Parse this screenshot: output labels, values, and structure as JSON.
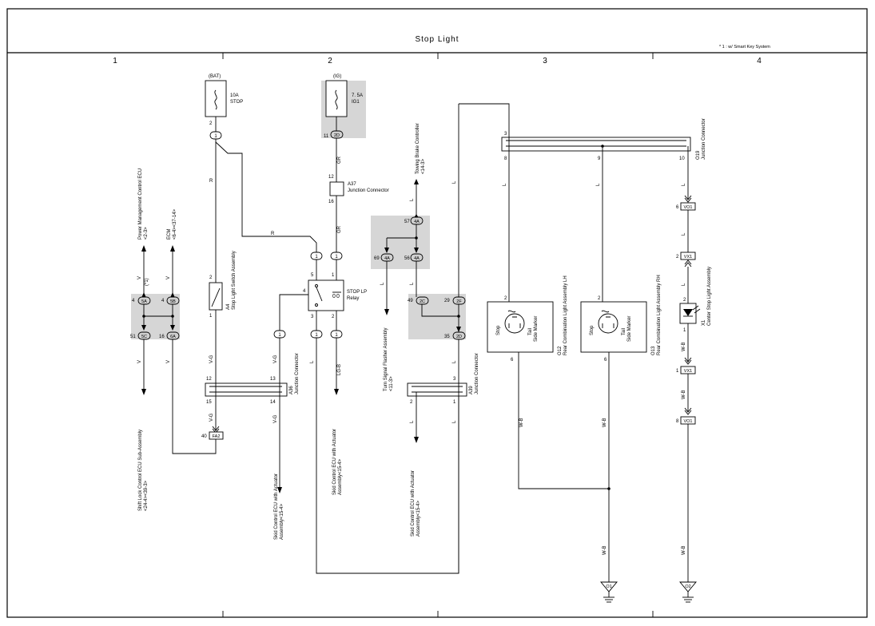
{
  "title": "Stop Light",
  "note": "* 1 : w/ Smart Key System",
  "columns": [
    "1",
    "2",
    "3",
    "4"
  ],
  "labels": {
    "bat": "(BAT)",
    "ig": "(IG)",
    "fuse_stop_amp": "10A",
    "fuse_stop_name": "STOP",
    "fuse_ig1_amp": "7. 5A",
    "fuse_ig1_name": "IG1",
    "a37_id": "A37",
    "a37_name": "Junction Connector",
    "a4_id": "A4",
    "a4_name": "Stop Light Switch Assembly",
    "relay_name": "STOP LP",
    "relay_sub": "Relay",
    "a36_id": "A36",
    "a36_name": "Junction Connector",
    "a39_id": "A39",
    "a39_name": "Junction Connector",
    "o19_id": "O19",
    "o19_name": "Junction Connector",
    "o12_id": "O12",
    "o12_name": "Rear Combination Light Assembly LH",
    "o13_id": "O13",
    "o13_name": "Rear Combination Light Assembly RH",
    "x1_id": "X1",
    "x1_name": "Center Stop Light Assembly",
    "stop": "Stop",
    "tail": "Tail",
    "side_marker": "Side Marker",
    "pm_ecu": "Power Management Control ECU",
    "pm_ecu_ref": "<2-3>",
    "ecm": "ECM",
    "ecm_ref": "<6-4><37-14>",
    "star1": "(*1)",
    "towing": "Towing Brake Controller",
    "towing_ref": "<14-3>",
    "turn_signal": "Turn Signal Flasher Assembly",
    "turn_signal_ref": "<11-3>",
    "shift_lock": "Shift Lock Control ECU Sub-Assembly",
    "shift_lock_ref": "<24-4><39-3>",
    "skid1": "Skid Control ECU with Actuator",
    "skid1_ref": "Assembly<15-4>",
    "skid2": "Skid Control ECU with Actuator",
    "skid2_ref": "Assembly<15-4>",
    "skid3": "Skid Control ECU with Actuator",
    "skid3_ref": "Assembly<15-4>",
    "conn_2d": "2D",
    "conn_4a": "4A",
    "conn_5a": "5A",
    "conn_5b": "5B",
    "conn_5c": "5C",
    "conn_6a": "6A",
    "conn_2c": "2C",
    "conn_2f": "2F",
    "conn_2d_b": "2D",
    "conn_fa2": "FA2",
    "conn_vo1": "VO1",
    "conn_vx1": "VX1",
    "gnd_o1": "O1",
    "gnd_o2": "O2",
    "one": "1",
    "pin_1": "1",
    "pin_2": "2",
    "pin_3": "3",
    "pin_4": "4",
    "pin_5": "5",
    "pin_6": "6",
    "pin_8": "8",
    "pin_9": "9",
    "pin_10": "10",
    "pin_11": "11",
    "pin_12": "12",
    "pin_13": "13",
    "pin_14": "14",
    "pin_15": "15",
    "pin_16": "16",
    "pin_35": "35",
    "pin_40": "40",
    "pin_49": "49",
    "pin_51": "51",
    "pin_56": "56",
    "pin_57": "57",
    "pin_69": "69",
    "pin_29": "29",
    "c_r": "R",
    "c_gr": "GR",
    "c_v": "V",
    "c_vg": "V-G",
    "c_l": "L",
    "c_lgb": "LG-B",
    "c_wb": "W-B"
  }
}
